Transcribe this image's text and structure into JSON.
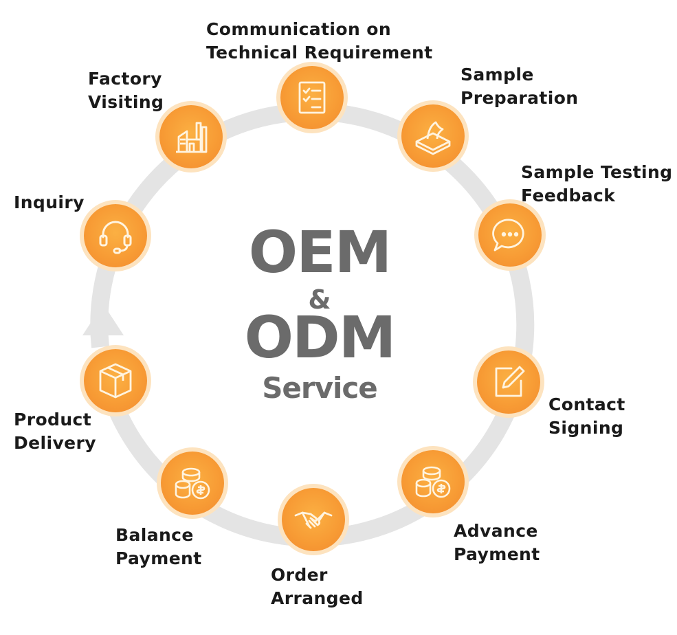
{
  "center": {
    "line1": "OEM",
    "ampersand": "&",
    "line2": "ODM",
    "line3": "Service"
  },
  "colors": {
    "ring": "#e4e4e4",
    "disc": "#f79a34",
    "disc_halo": "#fde3bf",
    "icon_stroke": "#fff4e0",
    "title_text": "#6b6b6b",
    "label_text": "#1a1a1a"
  },
  "steps": [
    {
      "id": "inquiry",
      "label": [
        "Inquiry"
      ],
      "icon": "headset-icon"
    },
    {
      "id": "factory-visiting",
      "label": [
        "Factory",
        "Visiting"
      ],
      "icon": "factory-icon"
    },
    {
      "id": "communication",
      "label": [
        "Communication on",
        "Technical Requirement"
      ],
      "icon": "checklist-icon"
    },
    {
      "id": "sample-preparation",
      "label": [
        "Sample",
        "Preparation"
      ],
      "icon": "tissue-box-icon"
    },
    {
      "id": "sample-testing",
      "label": [
        "Sample Testing",
        "Feedback"
      ],
      "icon": "chat-bubble-icon"
    },
    {
      "id": "contact-signing",
      "label": [
        "Contact",
        "Signing"
      ],
      "icon": "pen-edit-icon"
    },
    {
      "id": "advance-payment",
      "label": [
        "Advance",
        "Payment"
      ],
      "icon": "coins-icon"
    },
    {
      "id": "order-arranged",
      "label": [
        "Order",
        "Arranged"
      ],
      "icon": "handshake-icon"
    },
    {
      "id": "balance-payment",
      "label": [
        "Balance",
        "Payment"
      ],
      "icon": "coins-icon"
    },
    {
      "id": "product-delivery",
      "label": [
        "Product",
        "Delivery"
      ],
      "icon": "package-icon"
    }
  ]
}
